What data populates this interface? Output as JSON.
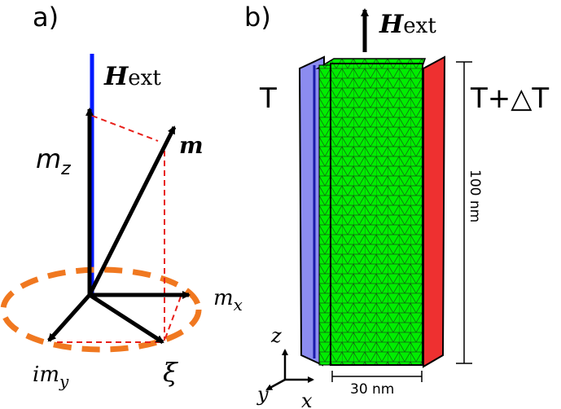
{
  "panel_a": {
    "label": "a)",
    "field_symbol": "H",
    "field_subscript": "ext",
    "m_label": "m",
    "mz_base": "m",
    "mz_sub": "z",
    "mx_base": "m",
    "mx_sub": "x",
    "imy_base": "im",
    "imy_sub": "y",
    "xi_label": "ξ"
  },
  "panel_b": {
    "label": "b)",
    "field_symbol": "H",
    "field_subscript": "ext",
    "left_temp": "T",
    "right_temp": "T+△T",
    "height_label": "100 nm",
    "width_label": "30 nm",
    "axis_z": "z",
    "axis_y": "y",
    "axis_x": "x"
  },
  "colors": {
    "field_line": "#0018ff",
    "precession_ellipse": "#f07820",
    "dashed_guides": "#e8201a",
    "mesh_fill": "#00ee00",
    "mesh_lines": "#115511",
    "cold_plate": "#8c8cf0",
    "hot_plate": "#ee3030"
  }
}
